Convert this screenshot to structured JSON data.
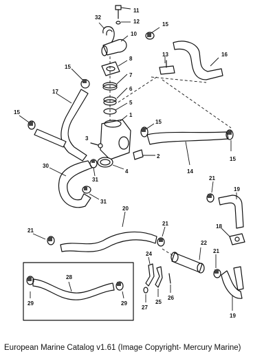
{
  "caption": "European Marine Catalog v1.61 (Image Copyright- Mercury Marine)",
  "part_numbers": {
    "p1": "1",
    "p2": "2",
    "p3": "3",
    "p4": "4",
    "p5": "5",
    "p6": "6",
    "p7": "7",
    "p8": "8",
    "p10": "10",
    "p11": "11",
    "p12": "12",
    "p13": "13",
    "p14": "14",
    "p16": "16",
    "p17": "17",
    "p18": "18",
    "p20": "20",
    "p22": "22",
    "p24": "24",
    "p25": "25",
    "p26": "26",
    "p27": "27",
    "p28": "28",
    "p30": "30",
    "p32": "32",
    "p15": "15",
    "p19": "19",
    "p21": "21",
    "p29": "29",
    "p31": "31"
  }
}
